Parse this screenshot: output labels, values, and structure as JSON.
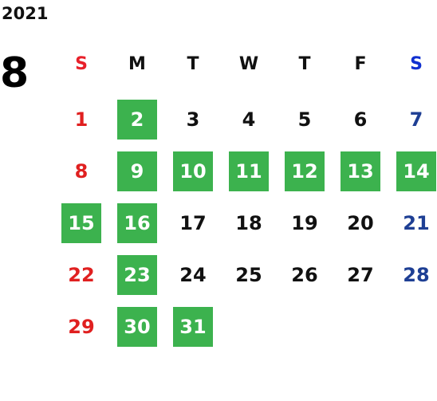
{
  "calendar": {
    "year": "2021",
    "month": "8",
    "weekdays": [
      "S",
      "M",
      "T",
      "W",
      "T",
      "F",
      "S"
    ],
    "first_weekday_index": 0,
    "days_in_month": 31,
    "highlighted_days": [
      2,
      9,
      10,
      11,
      12,
      13,
      14,
      15,
      16,
      23,
      30,
      31
    ],
    "colors": {
      "highlight_bg": "#3cb24e",
      "highlight_text": "#ffffff",
      "sunday": "#e02020",
      "saturday": "#1e3f94",
      "weekday": "#111111"
    }
  }
}
